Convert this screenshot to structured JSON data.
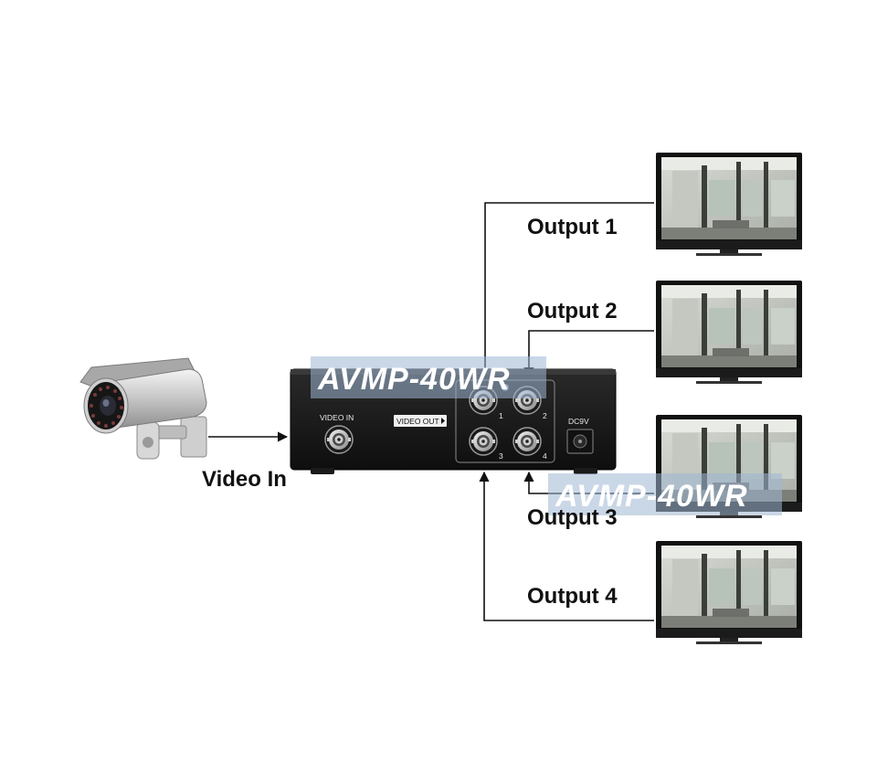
{
  "labels": {
    "video_in": "Video In",
    "outputs": [
      "Output 1",
      "Output 2",
      "Output 3",
      "Output 4"
    ]
  },
  "device": {
    "video_in_label": "VIDEO IN",
    "video_out_label": "VIDEO OUT",
    "port_numbers": [
      "1",
      "2",
      "3",
      "4"
    ],
    "power_label": "DC9V"
  },
  "watermark": "AVMP-40WR",
  "icons": [
    "cctv-camera-icon",
    "video-splitter-device",
    "monitor-icon"
  ]
}
